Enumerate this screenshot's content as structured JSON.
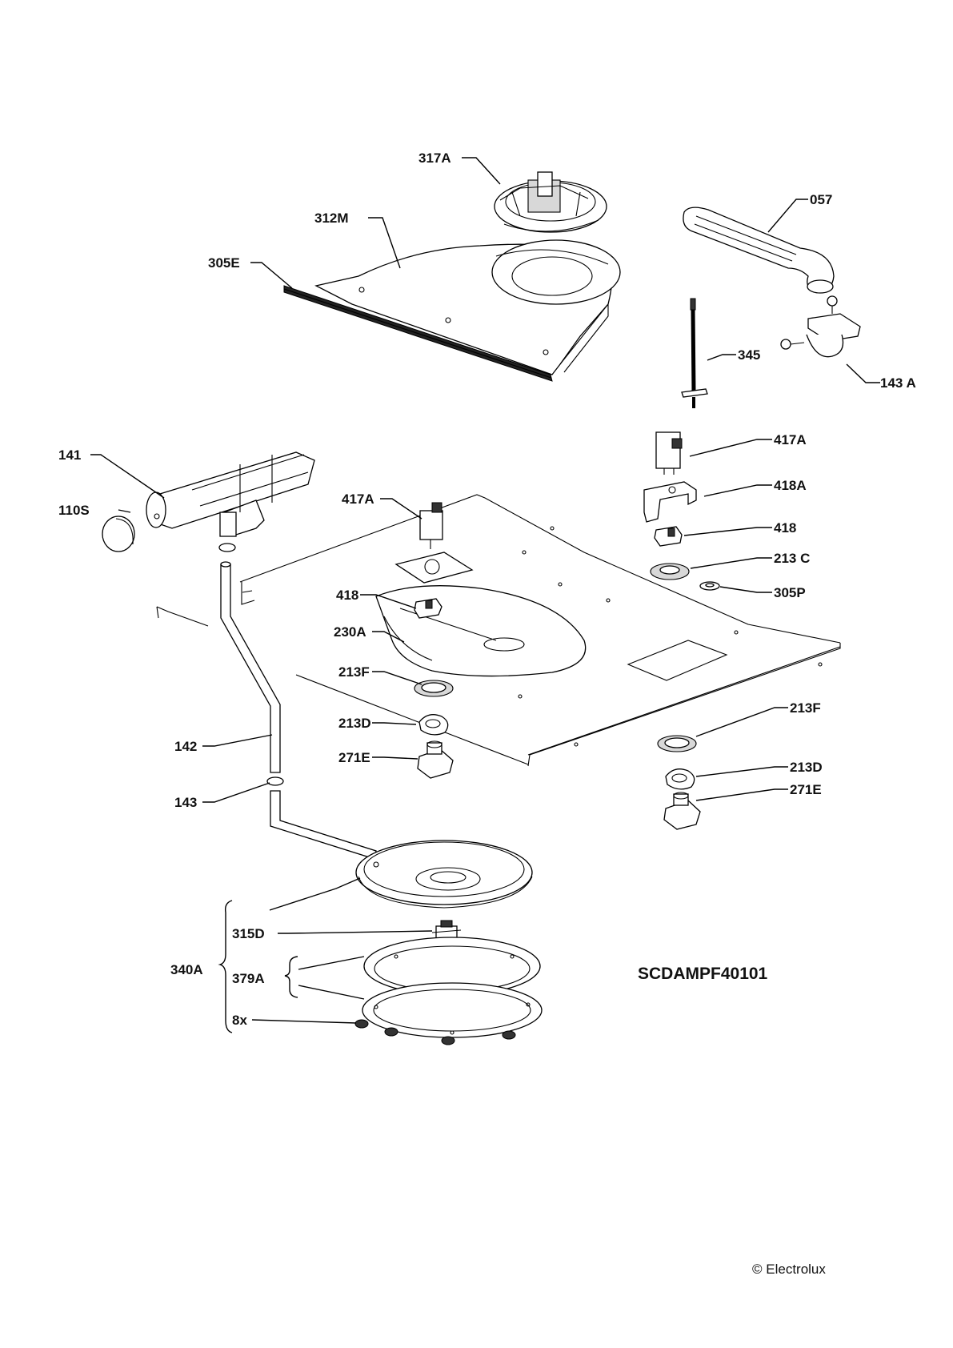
{
  "diagram": {
    "code": "SCDAMPF40101",
    "copyright": "© Electrolux",
    "callouts": {
      "c317A": "317A",
      "c057": "057",
      "c312M": "312M",
      "c305E": "305E",
      "c345": "345",
      "c143A": "143 A",
      "c417A_right": "417A",
      "c141": "141",
      "c418A": "418A",
      "c110S": "110S",
      "c417A_left": "417A",
      "c418_right": "418",
      "c213C": "213 C",
      "c418_left": "418",
      "c305P": "305P",
      "c230A": "230A",
      "c213F_left": "213F",
      "c213F_right": "213F",
      "c213D_left": "213D",
      "c142": "142",
      "c271E_left": "271E",
      "c213D_right": "213D",
      "c271E_right": "271E",
      "c143": "143",
      "c315D": "315D",
      "c340A": "340A",
      "c379A": "379A",
      "c8x": "8x"
    }
  }
}
